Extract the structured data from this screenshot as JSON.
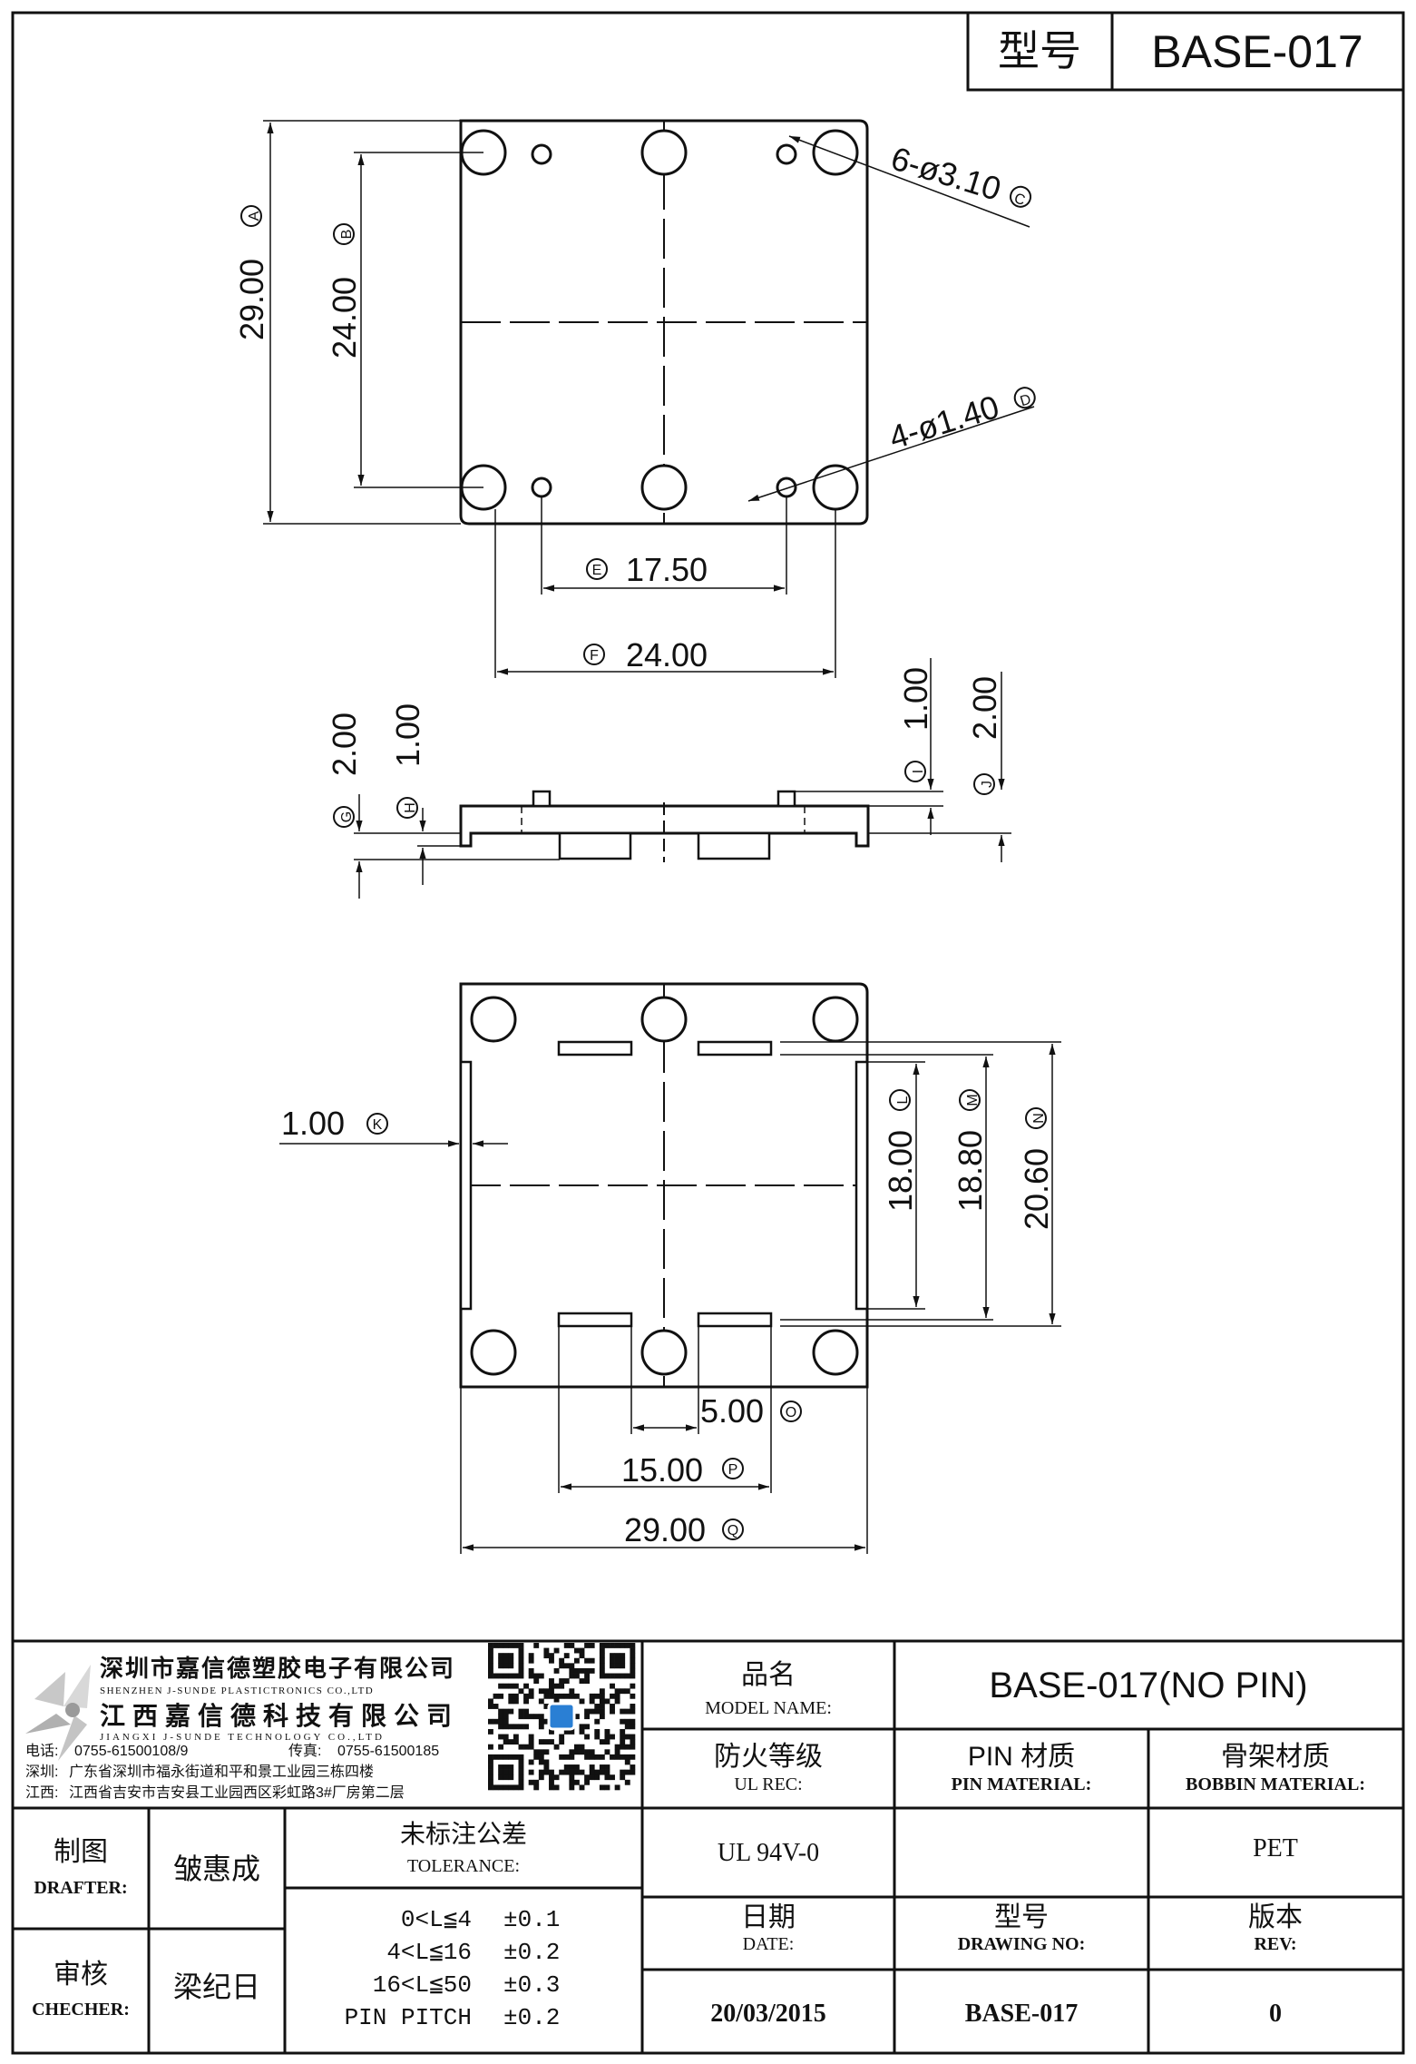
{
  "header": {
    "model_label": "型号",
    "model_value": "BASE-017"
  },
  "top_view": {
    "dims": {
      "A": {
        "value": "29.00",
        "mark": "A"
      },
      "B": {
        "value": "24.00",
        "mark": "B"
      },
      "C": {
        "value": "6-ø3.10",
        "mark": "C"
      },
      "D": {
        "value": "4-ø1.40",
        "mark": "D"
      },
      "E": {
        "value": "17.50",
        "mark": "E"
      },
      "F": {
        "value": "24.00",
        "mark": "F"
      }
    }
  },
  "side_view": {
    "dims": {
      "G": {
        "value": "2.00",
        "mark": "G"
      },
      "H": {
        "value": "1.00",
        "mark": "H"
      },
      "I": {
        "value": "1.00",
        "mark": "I"
      },
      "J": {
        "value": "2.00",
        "mark": "J"
      }
    }
  },
  "bottom_view": {
    "dims": {
      "K": {
        "value": "1.00",
        "mark": "K"
      },
      "L": {
        "value": "18.00",
        "mark": "L"
      },
      "M": {
        "value": "18.80",
        "mark": "M"
      },
      "N": {
        "value": "20.60",
        "mark": "N"
      },
      "O": {
        "value": "5.00",
        "mark": "O"
      },
      "P": {
        "value": "15.00",
        "mark": "P"
      },
      "Q": {
        "value": "29.00",
        "mark": "Q"
      }
    }
  },
  "company": {
    "name_cn": "深圳市嘉信德塑胶电子有限公司",
    "name_en": "SHENZHEN J-SUNDE PLASTICTRONICS CO.,LTD",
    "name2_cn": "江西嘉信德科技有限公司",
    "name2_en": "JIANGXI J-SUNDE TECHNOLOGY CO.,LTD",
    "phone_label": "电话:",
    "phone": "0755-61500108/9",
    "fax_label": "传真:",
    "fax": "0755-61500185",
    "sz_label": "深圳:",
    "sz_addr": "广东省深圳市福永街道和平和景工业园三栋四楼",
    "jx_label": "江西:",
    "jx_addr": "江西省吉安市吉安县工业园西区彩虹路3#厂房第二层"
  },
  "title_block": {
    "product_name_cn": "品名",
    "product_name_en": "MODEL NAME:",
    "product_name_value": "BASE-017(NO PIN)",
    "ul_cn": "防火等级",
    "ul_en": "UL REC:",
    "pin_cn": "PIN 材质",
    "pin_en": "PIN MATERIAL:",
    "bobbin_cn": "骨架材质",
    "bobbin_en": "BOBBIN MATERIAL:",
    "ul_value": "UL 94V-0",
    "pin_value": "",
    "bobbin_value": "PET",
    "date_cn": "日期",
    "date_en": "DATE:",
    "drawing_cn": "型号",
    "drawing_en": "DRAWING NO:",
    "rev_cn": "版本",
    "rev_en": "REV:",
    "date_value": "20/03/2015",
    "drawing_value": "BASE-017",
    "rev_value": "0",
    "drafter_cn": "制图",
    "drafter_en": "DRAFTER:",
    "drafter_name": "皱惠成",
    "checker_cn": "审核",
    "checker_en": "CHECHER:",
    "checker_name": "梁纪日",
    "tolerance_cn": "未标注公差",
    "tolerance_en": "TOLERANCE:",
    "tolerances": [
      {
        "range": "0<L≦4",
        "value": "±0.1"
      },
      {
        "range": "4<L≦16",
        "value": "±0.2"
      },
      {
        "range": "16<L≦50",
        "value": "±0.3"
      },
      {
        "range": "PIN PITCH",
        "value": "±0.2"
      }
    ]
  }
}
